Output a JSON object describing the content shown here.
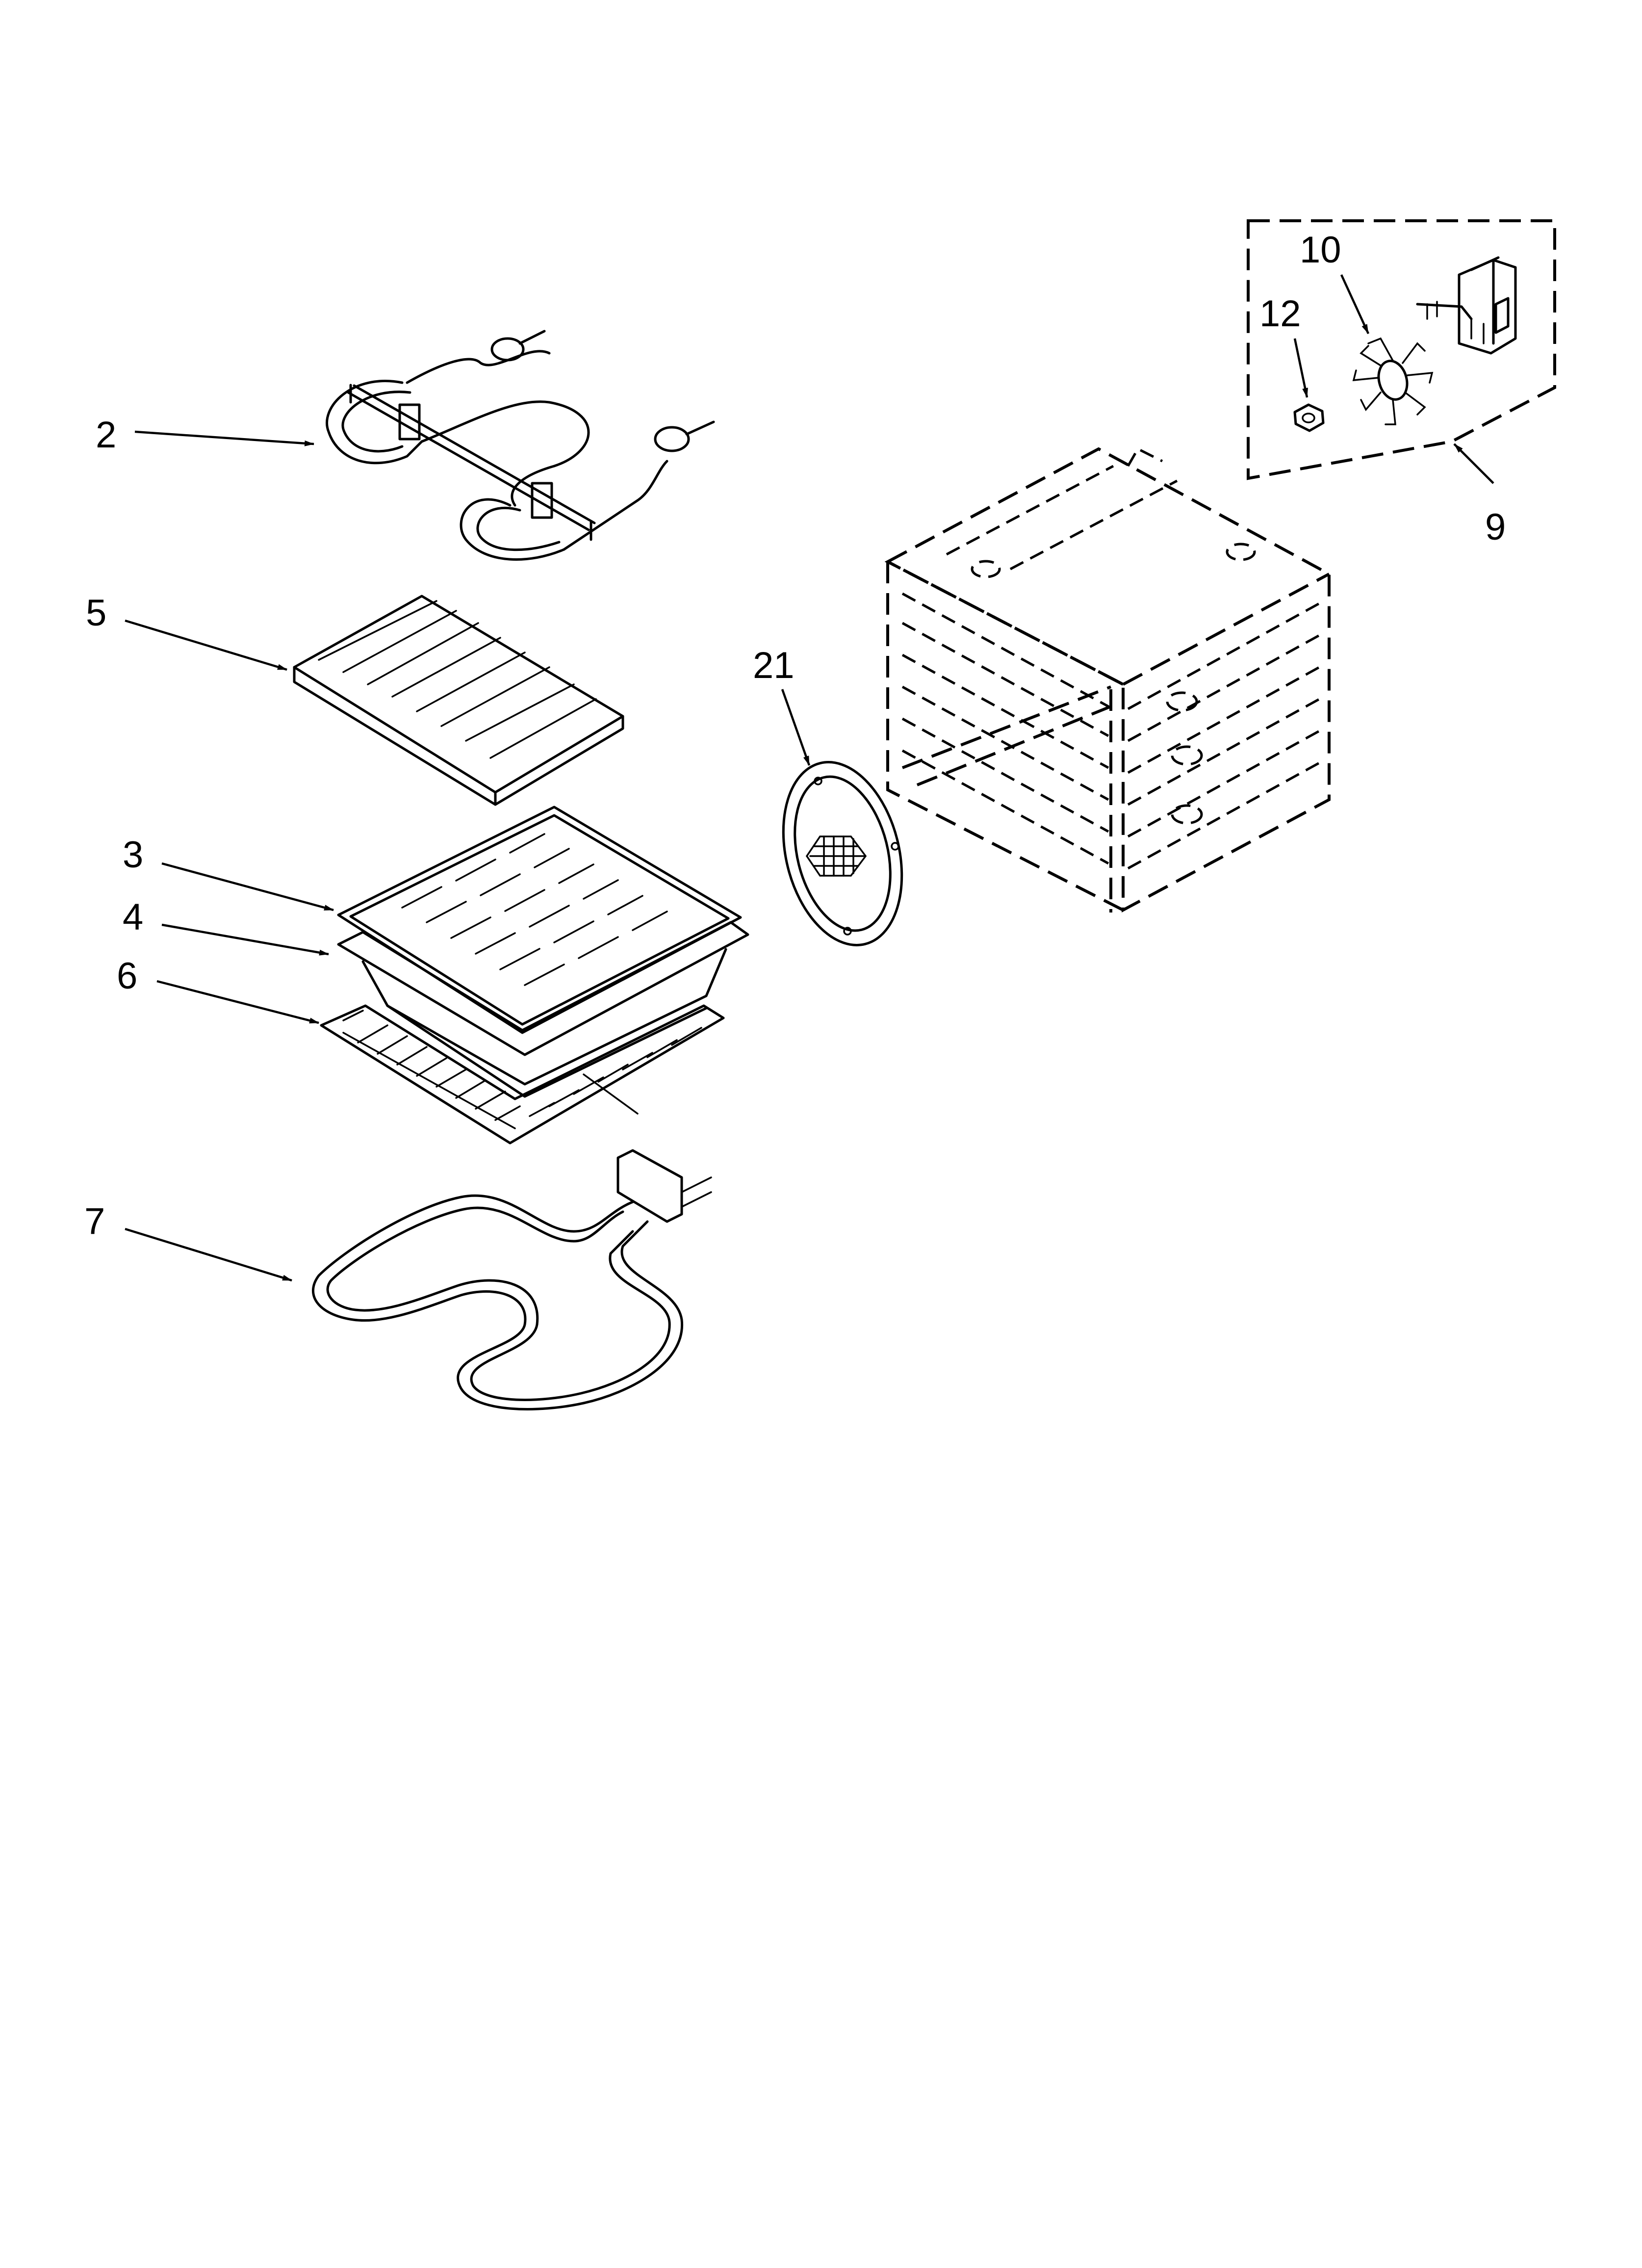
{
  "diagram": {
    "callouts": [
      {
        "id": "2",
        "label": "2"
      },
      {
        "id": "5",
        "label": "5"
      },
      {
        "id": "3",
        "label": "3"
      },
      {
        "id": "4",
        "label": "4"
      },
      {
        "id": "6",
        "label": "6"
      },
      {
        "id": "7",
        "label": "7"
      },
      {
        "id": "21",
        "label": "21"
      },
      {
        "id": "10",
        "label": "10"
      },
      {
        "id": "12",
        "label": "12"
      },
      {
        "id": "9",
        "label": "9"
      }
    ],
    "parts": [
      {
        "callout": "2",
        "icon": "broil-element-icon"
      },
      {
        "callout": "5",
        "icon": "broiler-grid-icon"
      },
      {
        "callout": "3",
        "icon": "broiler-pan-insert-icon"
      },
      {
        "callout": "4",
        "icon": "broiler-pan-icon"
      },
      {
        "callout": "6",
        "icon": "oven-rack-icon"
      },
      {
        "callout": "7",
        "icon": "bake-element-icon"
      },
      {
        "callout": "21",
        "icon": "fan-cover-plate-icon"
      },
      {
        "callout": "10",
        "icon": "fan-blade-icon"
      },
      {
        "callout": "12",
        "icon": "hex-nut-icon"
      },
      {
        "callout": "9",
        "icon": "convection-fan-motor-kit-icon"
      },
      {
        "callout": "",
        "icon": "oven-cavity-outline-icon"
      }
    ],
    "colors": {
      "ink": "#000000",
      "paper": "#ffffff"
    }
  }
}
